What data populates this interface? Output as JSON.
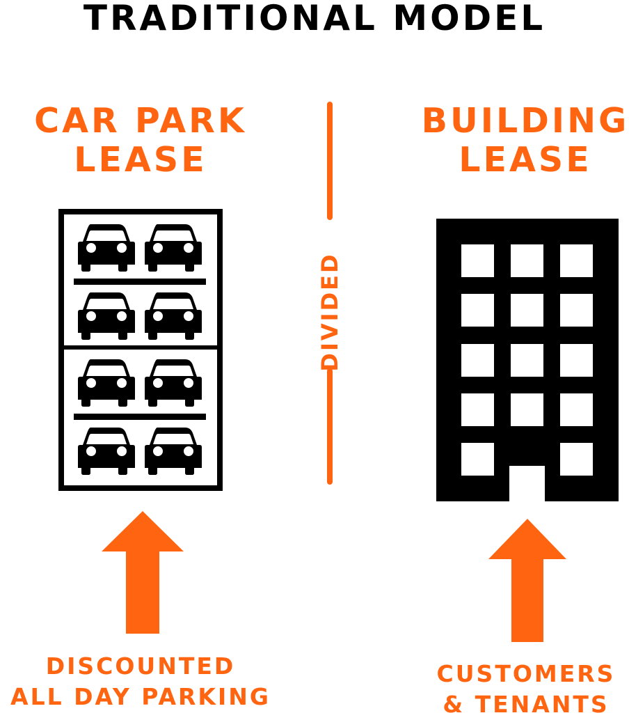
{
  "title": "TRADITIONAL MODEL",
  "left": {
    "heading_line1": "CAR PARK",
    "heading_line2": "LEASE",
    "caption_line1": "DISCOUNTED",
    "caption_line2": "ALL DAY PARKING"
  },
  "right": {
    "heading_line1": "BUILDING",
    "heading_line2": "LEASE",
    "caption_line1": "CUSTOMERS",
    "caption_line2": "& TENANTS"
  },
  "divider": {
    "label": "DIVIDED"
  },
  "icons": {
    "car_park": "car-park-icon",
    "car": "car-icon",
    "building": "building-icon",
    "arrow": "up-arrow-icon"
  },
  "colors": {
    "accent": "#FF6410",
    "ink": "#000000",
    "background": "#FFFFFF"
  }
}
